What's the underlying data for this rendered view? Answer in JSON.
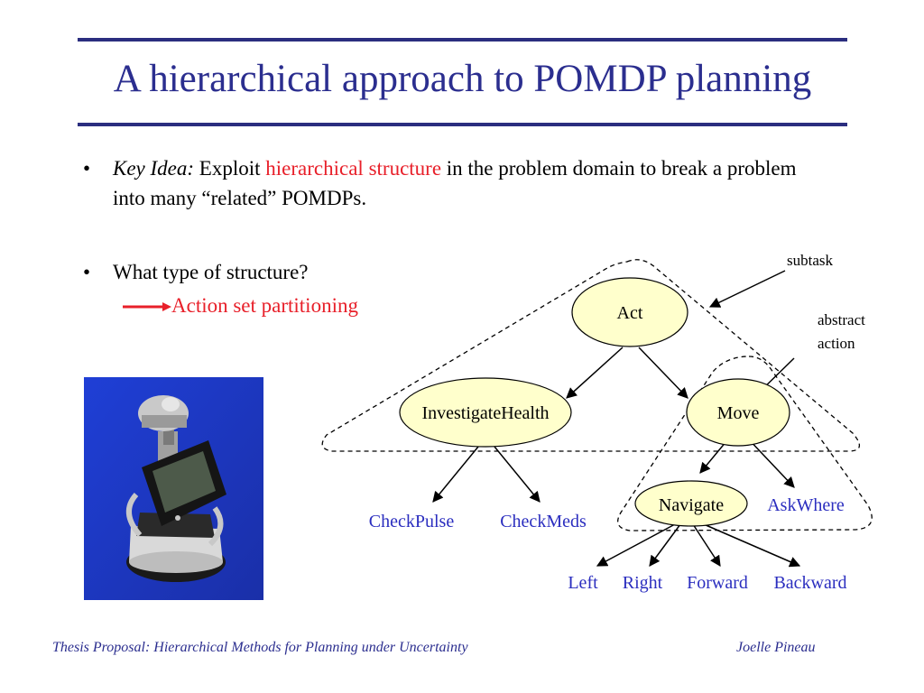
{
  "slide": {
    "title": "A hierarchical approach to POMDP planning",
    "bullets": [
      {
        "lead": "Key Idea:",
        "text_before": " Exploit ",
        "highlight": "hierarchical structure",
        "text_after": " in the problem domain to break a problem into many “related” POMDPs."
      },
      {
        "text": "What type of structure?",
        "answer": "Action set partitioning"
      }
    ],
    "footer": {
      "left": "Thesis Proposal: Hierarchical Methods for Planning under Uncertainty",
      "right": "Joelle Pineau"
    }
  },
  "diagram": {
    "nodes": {
      "act": "Act",
      "investigate": "InvestigateHealth",
      "move": "Move",
      "navigate": "Navigate"
    },
    "leaves": {
      "checkpulse": "CheckPulse",
      "checkmeds": "CheckMeds",
      "askwhere": "AskWhere",
      "left": "Left",
      "right": "Right",
      "forward": "Forward",
      "backward": "Backward"
    },
    "annotations": {
      "subtask": "subtask",
      "abstract_line1": "abstract",
      "abstract_line2": "action"
    },
    "colors": {
      "node_fill": "#ffffcc",
      "leaf_text": "#2b2ebf",
      "title_text": "#2b2e8f",
      "highlight": "#e8202a"
    }
  }
}
